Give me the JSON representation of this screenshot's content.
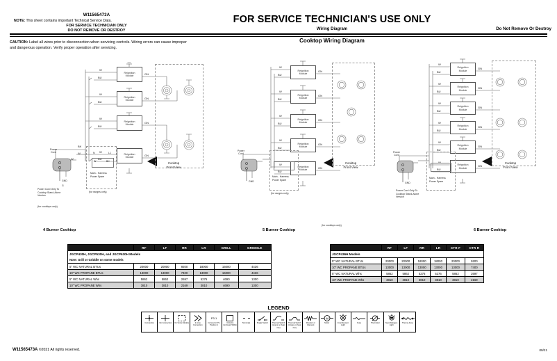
{
  "header": {
    "part_number": "W11565473A",
    "note_label": "NOTE:",
    "note_text": "This sheet contains important Technical Service Data.",
    "note_strong_line1": "FOR SERVICE TECHNICIAN ONLY",
    "note_strong_line2": "DO NOT REMOVE OR DESTROY",
    "title": "FOR SERVICE TECHNICIAN'S USE ONLY",
    "subtitle": "Wiring Diagram",
    "do_not_remove": "Do Not Remove Or Destroy",
    "diagram_title": "Cooktop Wiring Diagram",
    "caution_label": "CAUTION:",
    "caution_text": "Label all wires prior to disconnection when servicing controls. Wiring errors can cause improper and dangerous operation. Verify proper operation after servicing."
  },
  "diagrams": {
    "captions": {
      "four": "4 Burner Cooktop",
      "five": "5 Burner Cooktop",
      "six": "6 Burner Cooktop"
    },
    "module_label_line1": "Reignition",
    "module_label_line2": "Module",
    "wire_w": "W",
    "wire_bu": "BU",
    "wire_gn": "GN",
    "wire_bk": "BK",
    "terminal_l": "L",
    "terminal_n": "N",
    "terminal_l1": "L1",
    "power_cord_line1": "Power",
    "power_cord_line2": "Cord",
    "gnd": "GND",
    "gnd_wire": "G",
    "harness_line1": "Main - Harness",
    "harness_line2": "Power Spare",
    "ranges_only": "(for ranges only)",
    "cooktops_only": "(for cooktops only)",
    "cord_note_line1": "Power Cord Only To",
    "cord_note_line2": "Cooktop Stand-Alone",
    "cord_note_line3": "Version",
    "front_view_line1": "Cooktop",
    "front_view_line2": "Front View"
  },
  "table_left": {
    "model_title": "JGCP430H, JGCP530H, and JGCP630H Models",
    "note": "Note: Grill or Griddle on some models",
    "columns": [
      "RF",
      "LF",
      "RR",
      "LR",
      "GRILL",
      "GRIDDLE"
    ],
    "rows": [
      {
        "label": "5\" WC NATURAL BTUs",
        "values": [
          "20000",
          "20000",
          "9200",
          "18000",
          "16000",
          "4436"
        ],
        "shaded": false
      },
      {
        "label": "10\" WC PROPANE BTUs",
        "values": [
          "13000",
          "13000",
          "7400",
          "13000",
          "16000",
          "4436"
        ],
        "shaded": true
      },
      {
        "label": "5\" WC NATURAL  Whs",
        "values": [
          "5862",
          "5862",
          "2697",
          "5276",
          "4690",
          "1300"
        ],
        "shaded": false
      },
      {
        "label": "10\" WC PROPANE Whs",
        "values": [
          "3810",
          "3810",
          "2169",
          "3810",
          "4690",
          "1300"
        ],
        "shaded": true
      }
    ]
  },
  "table_right": {
    "model_title": "JGCP436H Models",
    "columns": [
      "RF",
      "LF",
      "RR",
      "LR",
      "CTR F",
      "CTR R"
    ],
    "rows": [
      {
        "label": "5\" WC NATURAL BTUs",
        "values": [
          "20000",
          "20000",
          "18000",
          "18000",
          "20000",
          "9200"
        ],
        "shaded": false
      },
      {
        "label": "10\" WC PROPANE BTUs",
        "values": [
          "13000",
          "13000",
          "13000",
          "13000",
          "13000",
          "7400"
        ],
        "shaded": true
      },
      {
        "label": "5\" WC NATURAL Whs",
        "values": [
          "5862",
          "5862",
          "5276",
          "5276",
          "5862",
          "2697"
        ],
        "shaded": false
      },
      {
        "label": "10\" WC PROPANE Whs",
        "values": [
          "3810",
          "3810",
          "3810",
          "3810",
          "3810",
          "2169"
        ],
        "shaded": true
      }
    ]
  },
  "legend": {
    "title": "LEGEND",
    "items": [
      {
        "symbol": "plus-crossing",
        "label": "Connection"
      },
      {
        "symbol": "plus-no-dot",
        "label": "No Connection"
      },
      {
        "symbol": "dashed-square",
        "label": "On Some Models"
      },
      {
        "symbol": "chevrons",
        "label": "In-Line Connection"
      },
      {
        "symbol": "p3-1-text",
        "label": "Connector P3, Position 1"
      },
      {
        "symbol": "open-square",
        "label": "Circuitry Enclosed Within"
      },
      {
        "symbol": "terminal-dash",
        "label": "Terminals"
      },
      {
        "symbol": "single-switch",
        "label": "Single Switch"
      },
      {
        "symbol": "thermal-open",
        "label": "Thermal Switch (opens on heat rise)"
      },
      {
        "symbol": "thermal-close",
        "label": "Thermal Switch (closes on heat rise)"
      },
      {
        "symbol": "resistor",
        "label": "Resistor or Element"
      },
      {
        "symbol": "motor-circle",
        "label": "Motor"
      },
      {
        "symbol": "lamp",
        "label": "Incandescent Light"
      },
      {
        "symbol": "fuse",
        "label": "Fuse"
      },
      {
        "symbol": "thermistor",
        "label": "Thermistor"
      },
      {
        "symbol": "neon",
        "label": "Neon/Halogen Light"
      },
      {
        "symbol": "thermo-fuse",
        "label": "Thermo-Fuse"
      }
    ]
  },
  "footer": {
    "part_number": "W11565473A",
    "copyright": "©2021 All rights reserved.",
    "revision": "09/21"
  }
}
